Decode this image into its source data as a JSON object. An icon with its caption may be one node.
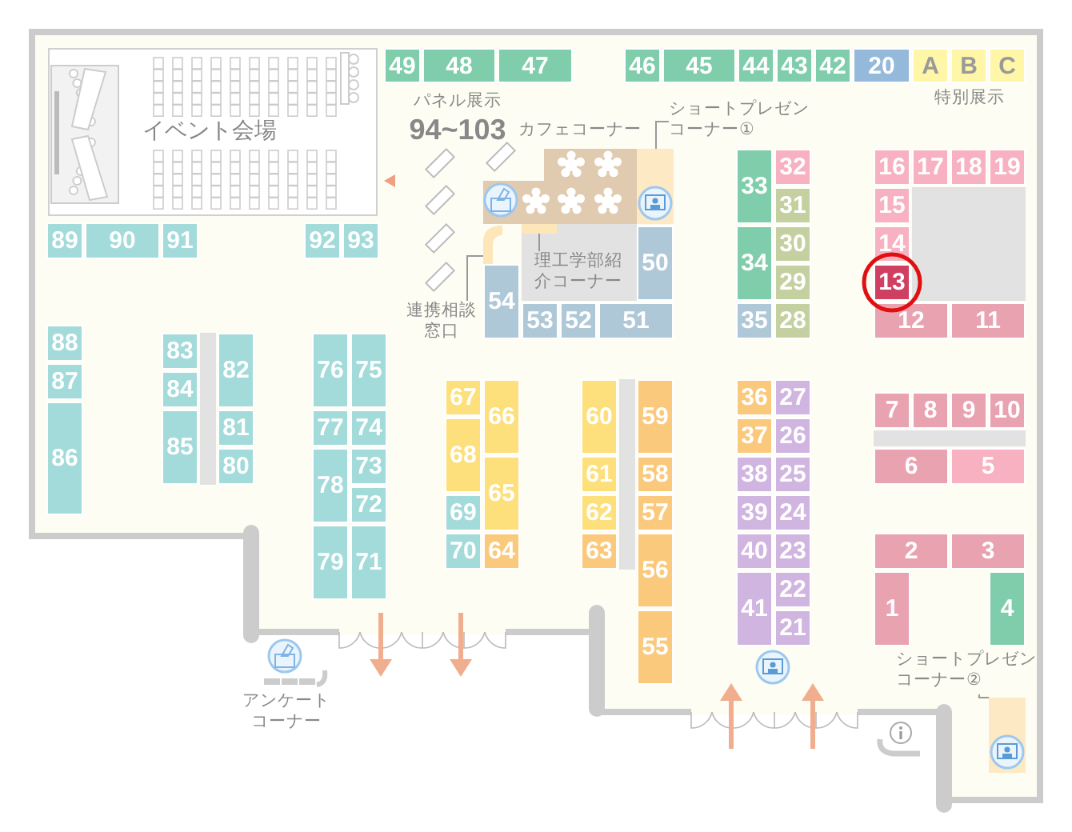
{
  "diagram": {
    "nodes": [
      {
        "text": [
          "イベント会場"
        ]
      },
      {
        "text": [
          "49"
        ]
      },
      {
        "text": [
          "48"
        ]
      },
      {
        "text": [
          "47"
        ]
      },
      {
        "text": [
          "46"
        ]
      },
      {
        "text": [
          "45"
        ]
      },
      {
        "text": [
          "44"
        ]
      },
      {
        "text": [
          "43"
        ]
      },
      {
        "text": [
          "42"
        ]
      },
      {
        "text": [
          "20"
        ]
      },
      {
        "text": [
          "A"
        ]
      },
      {
        "text": [
          "B"
        ]
      },
      {
        "text": [
          "C"
        ]
      },
      {
        "text": [
          "89"
        ]
      },
      {
        "text": [
          "90"
        ]
      },
      {
        "text": [
          "91"
        ]
      },
      {
        "text": [
          "92"
        ]
      },
      {
        "text": [
          "93"
        ]
      },
      {
        "text": [
          "カフェコーナー"
        ]
      },
      {
        "text": [
          "ショートプレゼンコーナー①"
        ]
      },
      {
        "text": [],
        "shape": "box"
      },
      {
        "text": [
          "理工学部紹介コーナー"
        ]
      },
      {
        "text": [],
        "shape": "bar"
      },
      {
        "text": [
          "50"
        ]
      },
      {
        "text": [],
        "shape": "bar"
      },
      {
        "text": [
          "連携相談窓口"
        ]
      },
      {
        "text": [
          "54"
        ]
      },
      {
        "text": [
          "53"
        ]
      },
      {
        "text": [
          "52"
        ]
      },
      {
        "text": [
          "51"
        ]
      },
      {
        "text": [
          "33"
        ]
      },
      {
        "text": [
          "32"
        ]
      },
      {
        "text": [
          "31"
        ]
      },
      {
        "text": [
          "34"
        ]
      },
      {
        "text": [
          "30"
        ]
      },
      {
        "text": [
          "29"
        ]
      },
      {
        "text": [
          "35"
        ]
      },
      {
        "text": [
          "28"
        ]
      },
      {
        "text": [
          "16"
        ]
      },
      {
        "text": [
          "17"
        ]
      },
      {
        "text": [
          "18"
        ]
      },
      {
        "text": [
          "19"
        ]
      },
      {
        "text": [
          "15"
        ]
      },
      {
        "text": [
          "14"
        ]
      },
      {
        "text": [
          "13"
        ]
      },
      {
        "text": [
          "12"
        ]
      },
      {
        "text": [
          "11"
        ]
      },
      {
        "text": [
          "88"
        ]
      },
      {
        "text": [
          "87"
        ]
      },
      {
        "text": [
          "86"
        ]
      },
      {
        "text": [
          "83"
        ]
      },
      {
        "text": [
          "84"
        ]
      },
      {
        "text": [
          "85"
        ]
      },
      {
        "text": [
          "82"
        ]
      },
      {
        "text": [
          "81"
        ]
      },
      {
        "text": [
          "80"
        ]
      },
      {
        "text": [
          "76"
        ]
      },
      {
        "text": [
          "75"
        ]
      },
      {
        "text": [
          "77"
        ]
      },
      {
        "text": [
          "74"
        ]
      },
      {
        "text": [
          "78"
        ]
      },
      {
        "text": [
          "73"
        ]
      },
      {
        "text": [
          "72"
        ]
      },
      {
        "text": [
          "79"
        ]
      },
      {
        "text": [
          "71"
        ]
      },
      {
        "text": [
          "67"
        ]
      },
      {
        "text": [
          "66"
        ]
      },
      {
        "text": [
          "68"
        ]
      },
      {
        "text": [
          "65"
        ]
      },
      {
        "text": [
          "69"
        ]
      },
      {
        "text": [
          "70"
        ]
      },
      {
        "text": [
          "64"
        ]
      },
      {
        "text": [
          "60"
        ]
      },
      {
        "text": [
          "59"
        ]
      },
      {
        "text": [
          "61"
        ]
      },
      {
        "text": [
          "58"
        ]
      },
      {
        "text": [
          "62"
        ]
      },
      {
        "text": [
          "57"
        ]
      },
      {
        "text": [
          "63"
        ]
      },
      {
        "text": [
          "56"
        ]
      },
      {
        "text": [
          "55"
        ]
      },
      {
        "text": [
          "36"
        ]
      },
      {
        "text": [
          "27"
        ]
      },
      {
        "text": [
          "37"
        ]
      },
      {
        "text": [
          "26"
        ]
      },
      {
        "text": [
          "38"
        ]
      },
      {
        "text": [
          "25"
        ]
      },
      {
        "text": [
          "39"
        ]
      },
      {
        "text": [
          "24"
        ]
      },
      {
        "text": [
          "40"
        ]
      },
      {
        "text": [
          "23"
        ]
      },
      {
        "text": [
          "41"
        ]
      },
      {
        "text": [
          "22"
        ]
      },
      {
        "text": [
          "21"
        ]
      },
      {
        "text": [
          "7"
        ]
      },
      {
        "text": [
          "8"
        ]
      },
      {
        "text": [
          "9"
        ]
      },
      {
        "text": [
          "10"
        ]
      },
      {
        "text": [
          "6"
        ]
      },
      {
        "text": [
          "5"
        ]
      },
      {
        "text": [
          "2"
        ]
      },
      {
        "text": [
          "3"
        ]
      },
      {
        "text": [
          "1"
        ]
      },
      {
        "text": [
          "4"
        ]
      },
      {
        "text": [
          "ショートプレゼンコーナー②"
        ]
      },
      {
        "text": [],
        "shape": "box"
      }
    ],
    "edges": [
      {
        "from": 19,
        "to": 20,
        "arrow": "none"
      },
      {
        "from": 21,
        "to": 24,
        "arrow": "none"
      },
      {
        "from": 25,
        "to": 22,
        "arrow": "none"
      },
      {
        "from": 104,
        "to": 105,
        "arrow": "none"
      }
    ],
    "labels": [
      "パネル展示",
      "94~103",
      "特別展示",
      "アンケートコーナー"
    ]
  }
}
